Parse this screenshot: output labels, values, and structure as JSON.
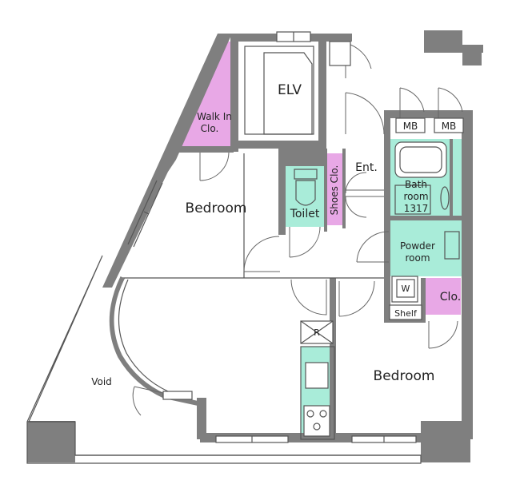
{
  "labels": {
    "elv": "ELV",
    "walk_in_1": "Walk In",
    "walk_in_2": "Clo.",
    "bedroom_left": "Bedroom",
    "bedroom_right": "Bedroom",
    "toilet": "Toilet",
    "shoes_clo": "Shoes Clo.",
    "ent": "Ent.",
    "bath_1": "Bath",
    "bath_2": "room",
    "bath_3": "1317",
    "powder_1": "Powder",
    "powder_2": "room",
    "clo": "Clo.",
    "shelf": "Shelf",
    "mb1": "MB",
    "mb2": "MB",
    "washer": "W",
    "fridge": "R",
    "void": "Void"
  },
  "colors": {
    "wall": "#7f7f7f",
    "closet": "#e8a8e6",
    "wet_area": "#a9ecd9"
  }
}
